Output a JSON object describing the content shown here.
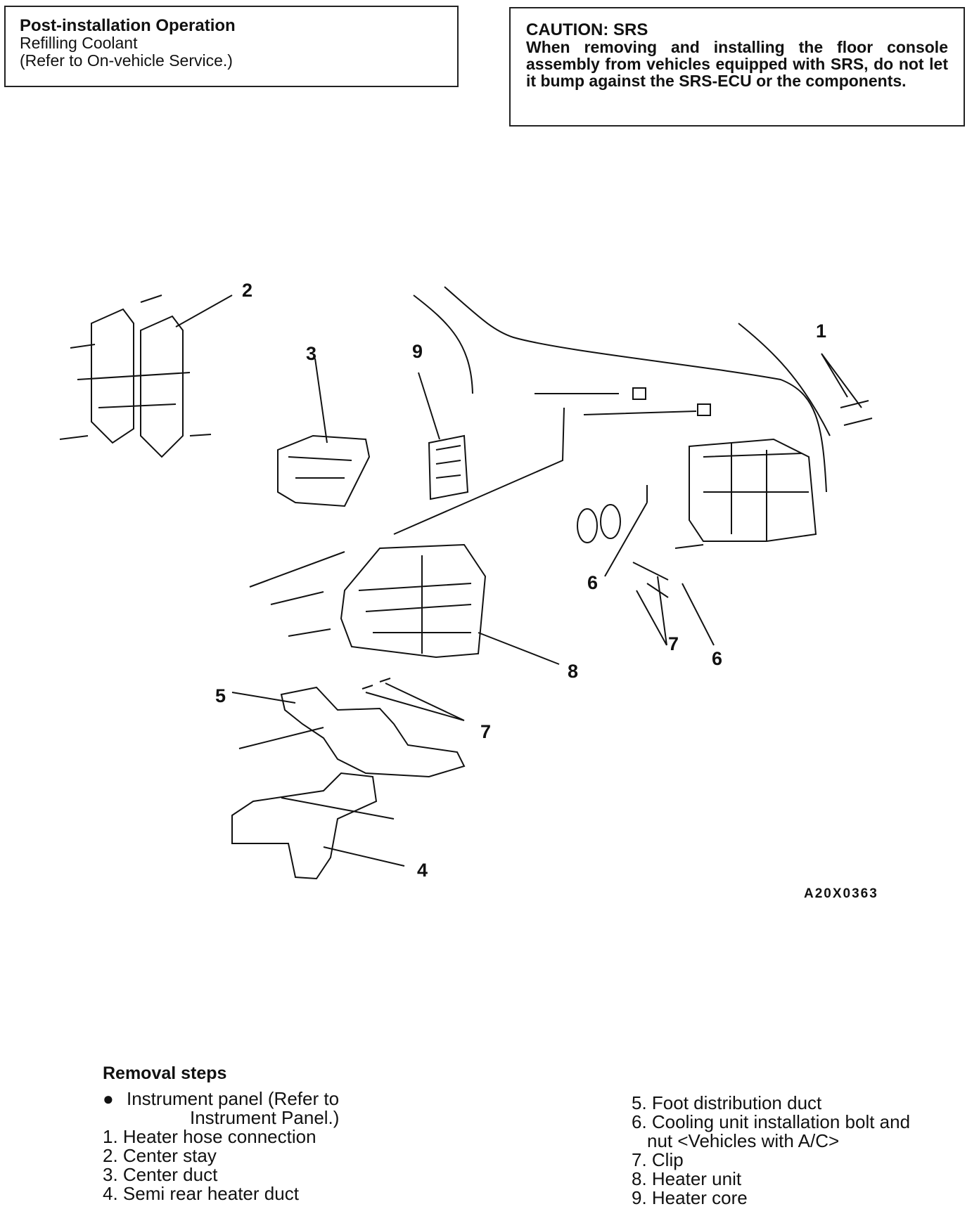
{
  "post_install": {
    "title": "Post-installation Operation",
    "line1": "Refilling Coolant",
    "line2": "(Refer to On-vehicle Service.)"
  },
  "caution": {
    "title": "CAUTION: SRS",
    "text": "When removing and installing the floor console assembly from vehicles equipped with SRS, do not let it bump against the SRS-ECU or the components."
  },
  "diagram": {
    "callouts": [
      "1",
      "2",
      "3",
      "9",
      "6",
      "7",
      "6",
      "8",
      "5",
      "7",
      "4"
    ],
    "figure_code": "A20X0363"
  },
  "removal": {
    "title": "Removal steps",
    "bullet_symbol": "●",
    "bullet_line1": "Instrument panel (Refer to",
    "bullet_line2": "Instrument Panel.)",
    "left_steps": [
      "1. Heater hose connection",
      "2. Center stay",
      "3. Center duct",
      "4. Semi rear heater duct"
    ],
    "right_step5": "5. Foot distribution duct",
    "right_step6_line1": "6. Cooling unit installation bolt and",
    "right_step6_line2": "nut <Vehicles with A/C>",
    "right_steps_rest": [
      "7. Clip",
      "8. Heater unit",
      "9. Heater core"
    ]
  }
}
